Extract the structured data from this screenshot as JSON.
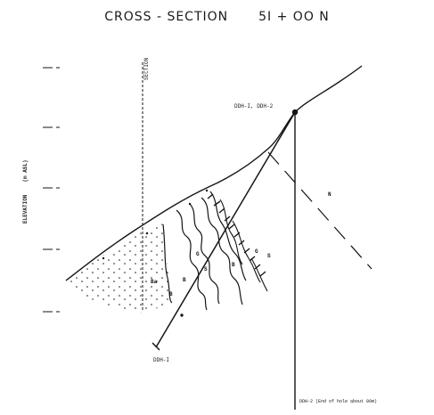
{
  "figure": {
    "title_left": "CROSS - SECTION",
    "title_right": "5I + OO N",
    "y_axis_label_parts": [
      "ELEVATION",
      "(m ASL)"
    ],
    "drill_hole_collar_label": "DDH-I, DDH-2",
    "hole_one_label": "DDH-I",
    "hole_two_footnote": "DDH-2 (End of hole about 80m)",
    "dashed_reference_marker": "N",
    "top_reference_text": "SECTION",
    "unit_labels": [
      "Ba",
      "B",
      "G",
      "S",
      "B",
      "G",
      "S",
      "B"
    ],
    "ink_color": "#151515"
  }
}
